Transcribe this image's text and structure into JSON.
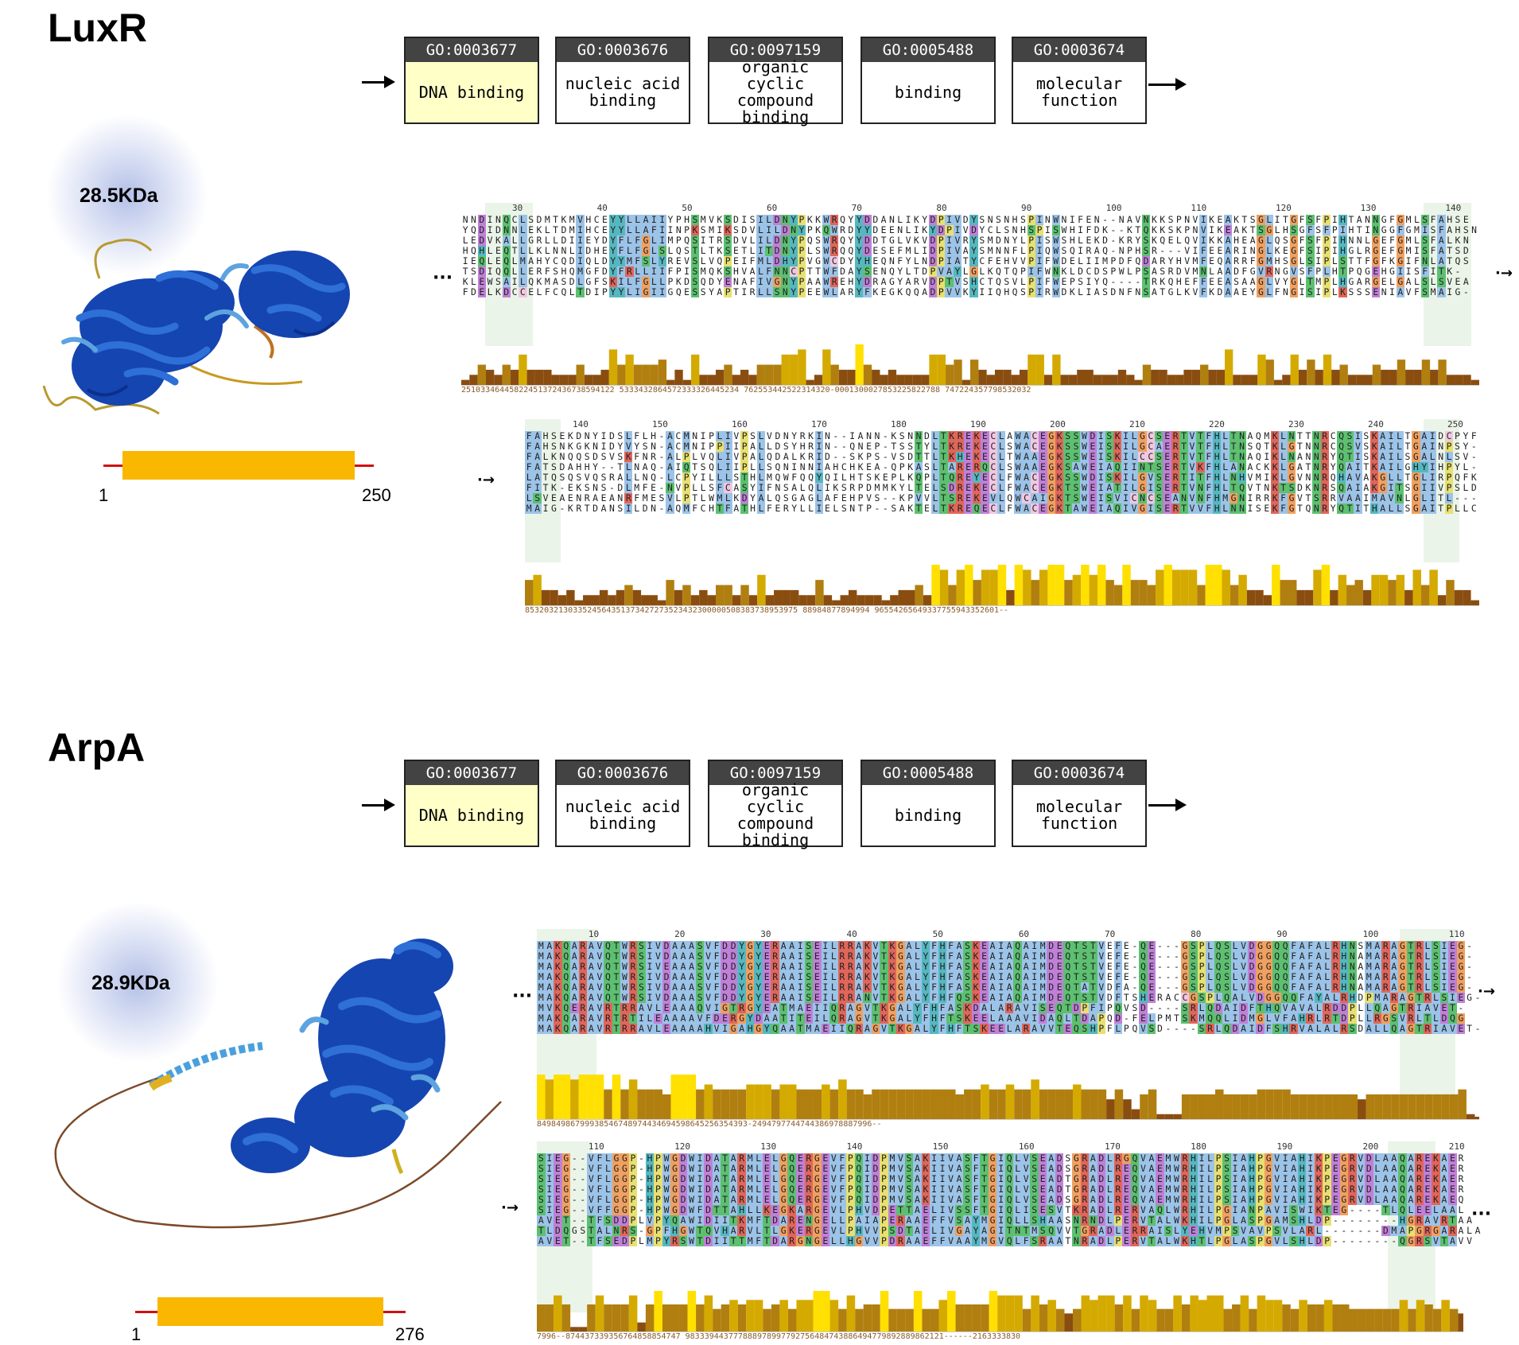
{
  "panels": [
    {
      "protein": "LuxR",
      "mass": "28.5KDa",
      "length_start": "1",
      "length_end": "250",
      "go_terms": [
        {
          "id": "GO:0003677",
          "label": "DNA binding",
          "highlight": true
        },
        {
          "id": "GO:0003676",
          "label": "nucleic acid\nbinding",
          "highlight": false
        },
        {
          "id": "GO:0097159",
          "label": "organic cyclic\ncompound\nbinding",
          "highlight": false
        },
        {
          "id": "GO:0005488",
          "label": "binding",
          "highlight": false
        },
        {
          "id": "GO:0003674",
          "label": "molecular\nfunction",
          "highlight": false
        }
      ],
      "alignment_blocks": [
        {
          "ruler": [
            "30",
            "40",
            "50",
            "60",
            "70",
            "80",
            "90",
            "100",
            "110",
            "120",
            "130",
            "140"
          ],
          "rows": [
            "NNDINQCLSDMTKMVHCEYYLLAIIYPHSMVKSDISILDNYPKKWRQYYDDANLIKYDPIVDYSNSNHSPINWNIFEN--NAVNKKSPNVIKEAKTSGLITGFSFPIHTANNGFGMLSFAHSE",
            "YQDIDNNLEKLTDMIHCEYYLLAFIINPKSMIKSDVLILDNYPKQWRDYYDEENLIKYDPIVDYCLSNHSPISWHIFDK--KTQKKSKPNVIKEAKTSGLHSGFSFPIHTINGGFGMISFAHSN",
            "LEDVKALLGRLLDIIEYDYFLFGLIMPQSITRSDVLILDNYPQSWRQYYDDTGLVKVDPIVRYSMDNYLPISWSHLEKD-KRYSKQELQVIKKAHEAGLQSGFSFPIHNNLGEFGMLSFALKN",
            "HQHLEQTLLKLNNLIDHEYFLFGLSLQSTLTKSETLITDNYPLSWRQQYDESEFMLIDPIVAYSMNNFLPIQWSQIRAQ-NPHSR---VIFEEARINGLKEGFSIPIHGLRGEFGMISFATSD",
            "IEQLEQLMAHYCQDIQLDYYMFSLYREVSLVQPEIFMLDHYPVGWCDYYHEQNFYLNDPIATYCFEHVVPIFWDELIIMPDFQDARYHVMFEQARRFGMHSGLSIPLSTTFGFKGIFNLATQS",
            "TSDIQQLLERFSHQMGFDYFRLLIIFPISMQKSHVALFNNCPTTWFDAYSENQYLTDPVAYLGLKQTQPIFWNKLDCDSPWLPSASRDVMNLAADFGVRNGVSFPLHTPQGEHGIISFITK-",
            "KLEWSAILQKMASDLGFSKILFGLLPKDSQDYENAFIVGNYPAAWREHYDRAGYARVDPTVSHCTQSVLPIFWEPSIYQ----TRKQHEFFEEASAAGLVYGLTMPLHGARGELGALSLSVEA",
            "FDELKDCCELFCQLTDIPYYLIGIIGQESSYAPTIRLLSNYPEEWLARYFKEGKQQADPVVKYIIQHQSPIRWDKLIASDNFNSATGLKVFKDAAEYGLFNGISIPLKSSSENIAVFSMAIG-"
          ],
          "consensus": "25103346445822451372436738594122 5333432864572333326445234 762553442522314320-0001300027853225822788 747224357798532032"
        },
        {
          "ruler": [
            "140",
            "150",
            "160",
            "170",
            "180",
            "190",
            "200",
            "210",
            "220",
            "230",
            "240",
            "250"
          ],
          "rows": [
            "FAHSEKDNYIDSLFLH-ACMNIPLIVPSLVDNYRKIN--IANN-KSNNDLTKREKECLAWACEGKSSWDISKILGCSERTVTFHLTNAQMKLNTTNRCQSISKAILTGAIDCPYF",
            "FAHSNKGKNIDYVYSN-ACMNIPPIIPALLDSYHRIN--QNEP-TSSTYLTKREKECLSWACEGKSSWEISKILGCAERTVTFHLTNSQTKLGTNNRCQSVSKAILTGAINPSY-",
            "FALKNQQSDSVSKFNR-ALPLVQLIVPALQDALKRID--SKPS-VSDTTLTKHEKECLTWAAEGKSSWEISKILCCSERTVTFHLTNAQIKLNANNRYQTISKAILSGALNLSV-",
            "FATSDAHHY--TLNAQ-AIQTSQLIIPLLSQNINNIAHCHKEA-QPKASLTARERQCLSWAAEGKSAWEIAQIINTSERTVKFHLANACKKLGATNRYQAITKAILGHYIHPYL-",
            "LATQSQSVQSRALLNQ-LCPYILLLSTHLMQWFQQYQILHTSKEPLKQPLTQREYECLFWACEGKSSWDISKILGVSERTITFHLNHVMIKLGVNNRQHAVAKGLLTGLIRPQFK",
            "FITK-EKSNS-DLMFE-NVPLLSFCASYIFNSALQLIKSRPDMMKYLTELSDREKECLFWACEGKTSWEIATILGISERTVNFHLTQVTNKTSDKNRSQAIAKGITSGIIVPSLD",
            "LSVEAENRAEANRFMESVLPTLWMLKDYALQSGAGLAFEHPVS--KPVVLTSREKEVLQWCAIGKTSWEISVICNCSEANVNFHMGNIRRKFGVTSRRVAAIMAVNLGLITL---",
            "MAIG-KRTDANSILDN-AQMFCHTFATHLFERYLLIELSNTP--SAKTELTKREQECLFWACEGKTAWEIAQIVGISERTVVFHLNNISEKFGTQNRYQTITHALLSGAITPLLC"
          ],
          "consensus": "853203213033524564351373427273523432300000508383738953975 88984877894994 96554265649337755943352601--"
        }
      ]
    },
    {
      "protein": "ArpA",
      "mass": "28.9KDa",
      "length_start": "1",
      "length_end": "276",
      "go_terms": [
        {
          "id": "GO:0003677",
          "label": "DNA binding",
          "highlight": true
        },
        {
          "id": "GO:0003676",
          "label": "nucleic acid\nbinding",
          "highlight": false
        },
        {
          "id": "GO:0097159",
          "label": "organic cyclic\ncompound\nbinding",
          "highlight": false
        },
        {
          "id": "GO:0005488",
          "label": "binding",
          "highlight": false
        },
        {
          "id": "GO:0003674",
          "label": "molecular\nfunction",
          "highlight": false
        }
      ],
      "alignment_blocks": [
        {
          "ruler": [
            "10",
            "20",
            "30",
            "40",
            "50",
            "60",
            "70",
            "80",
            "90",
            "100",
            "110"
          ],
          "rows": [
            "MAKQARAVQTWRSIVDAAASVFDDYGYERAAISEILRRAKVTKGALYFHFASKEAIAQAIMDEQTSTVEFE-QE---GSPLQSLVDGGQQFAFALRHNSMARAGTRLSIEG-",
            "MAKQARAVQTWRSIVDAAASVFDDYGYERAAISEILRRAKVTKGALYFHFASKEAIAQAIMDEQTSTVEFE-QE---GSPLQSLVDGGQQFAFALRHNAMARAGTRLSIEG-",
            "MAKQARAVQTWRSIVEAAASVFDDYGYERAAISEILRRAKVTKGALYFHFASKEAIAQAIMDEQTSTVEFE-QE---GSPLQSLVDGGQQFAFALRHNAMARAGTRLSIEG-",
            "MAKQARAVQTWRSIVDAAASVFDDYGYERAAISEILRRAKVTKGALYFHFASKEAIAQAIMDEQTSTVEFE-QE---GSPLQSLVDGGQQFAFALRHNAMARAGTRLSIEG-",
            "MAKQARAVQTWRSIVDAAASVFDDYGYERAAISEILRRAKVTKGALYFHFASKEAIAQAIMDEQTATVDFA-QE---GSPLQSLVDGGQQFAFALRHNAMARAGTRLSIEG-",
            "MAKQARAVQTWRSIVDAAASVFDDYGYERAAISEILRRANVTKGALYFHFQSKEAIAQAIMDEQTSTVDFTSHERACCGSPLQALVDGGQQFAYALRHDPMARAGTRLSIEG-",
            "MVKQERAVRTRRAVLEAAAQVIGTRGYEATMAEIIQRAGVTKGALYFHFASKDALARAVISEQTDPFIPQVSD----SRLQDAIDFTHQVAVALRDDPLLQAGTRIAVET-",
            "MAKQARAVRTRTILEAAAAVFDERGYDAATITEILQRAGVTKGALYFHFTSKEELAAAVIDAQLTDAPQD-FELPMTSKMQQLIDMGLVFAHRLRTDPLLRGSVRLTLDQG",
            "MAKQARAVRTRRAVLEAAAAHVIGAHGYQAATMAEIIQRAGVTKGALYFHFTSKEELARAVVTEQSHPFLPQVSD----SRLQDAIDFSHRVALALRSDALLQAGTRIAVET-"
          ],
          "consensus": "84984986799938546748974434694598645256354393-2494797744744386978887996--"
        },
        {
          "ruler": [
            "110",
            "120",
            "130",
            "140",
            "150",
            "160",
            "170",
            "180",
            "190",
            "200",
            "210"
          ],
          "rows": [
            "SIEG--VFLGGP-HPWGDWIDATARMLELGQERGEVFPQIDPMVSAKIIVASFTGIQLVSEADSGRADLRGQVAEMWRHILPSIAHPGVIAHIKPEGRVDLAAQAREKAER",
            "SIEG--VFLGGP-HPWGDWIDATARMLELGQERGEVFPQIDPMVSAKIIVASFTGIQLVSEADSGRADLREQVAEMWRHILPSIAHPGVIAHIKPEGRVDLAAQAREKAER",
            "SIEG--VFLGGP-HPWGDWIDATARMLELGQERGEVFPQIDPMVSAKIIVASFTGIQLVSEADTGRADLREQVAEMWRHILPSIAHPGVIAHIKPEGRVDLAAQAREKAER",
            "SIEG--VFLGGP-HPWGDWIDATARMLELGQERGEVFPQIDPMVSAKIIVASFTGIQLVSEADTGRADLREQVAEMWRHILPSIAHPGVIAHIKPEGRVDLAAQAREKAER",
            "SIEG--VFLGGP-HPWGDWIDATARMLELGQERGEVFPQIDPMVSAKIIVASFTGIQLVSEADSGRADLREQVAEMWRHILPSIAHPGVIAHIKPEGRVDLAAQAREKAEQ",
            "SIEG--VFFGGP-HPWGDWFDTTAHLLKEGKARGEVLPHVDPETTAELIVSSFTGIQLISESVTKRADLRERVAQLWRHILPGIANPAVISWIKTEG----TLQLEELAAL",
            "AVET--TFSDDPLVPYQAWIDIITKMFTDARENGELLPAIAPERAAEFFVSAYMGIQLLSHAASNRNDLPERVTALWKHILPGLASPGAMSHLDP--------HGRAVRTAA",
            "TLDQGSTALNRS-GPFHGWTQVHARVLTLGKERGEVLPHVVPSDTAELIVGAYAGITNTMSQVVTGRADLERRAISLYEHVMPSVAVPSVLARL-------DMAPGRGARALA",
            "AVET--TFSEDPLMPYRSWTDIITTMFTDARGNGELLHGVVPDRAAEFFVAAYMGVQLFSRAATNRADLPERVTALWKHTLPGLASPGVLSHLDP--------QGRSVTAVV"
          ],
          "consensus": "7996--874437339356764858854747 983339443777888978997792756484743886494779892889862121------2163333830"
        }
      ]
    }
  ]
}
